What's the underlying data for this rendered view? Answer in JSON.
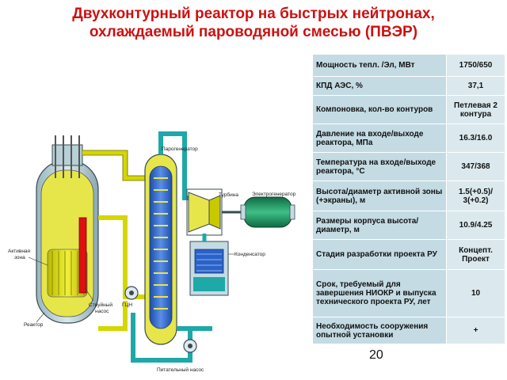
{
  "title": {
    "line1": "Двухконтурный реактор на быстрых нейтронах,",
    "line2": "охлаждаемый пароводяной смесью (ПВЭР)"
  },
  "diagram": {
    "labels": {
      "steam_generator": "Парогенератор",
      "turbine": "Турбина",
      "generator": "Электрогенератор",
      "active_zone_1": "Активная",
      "active_zone_2": "зона",
      "reactor": "Реактор",
      "jet_pump_1": "Струйный",
      "jet_pump_2": "насос",
      "main_pump": "ГЦН",
      "condenser": "Конденсатор",
      "feed_pump": "Питательный насос"
    },
    "colors": {
      "hot_loop": "#d6d600",
      "secondary_loop": "#1fa8a8",
      "jet_pump": "#dd1111",
      "core": "#d8d800",
      "sg_blue": "#2a62c8",
      "generator": "#1a8a5a"
    }
  },
  "specs": [
    {
      "param": "Мощность тепл. /Эл, МВт",
      "value": "1750/650"
    },
    {
      "param": "КПД АЭС, %",
      "value": "37,1"
    },
    {
      "param": "Компоновка, кол-во контуров",
      "value": "Петлевая 2 контура"
    },
    {
      "param": "Давление на входе/выходе реактора, МПа",
      "value": "16.3/16.0"
    },
    {
      "param": "Температура на входе/выходе реактора, °С",
      "value": "347/368"
    },
    {
      "param": "Высота/диаметр активной зоны (+экраны), м",
      "value": "1.5(+0.5)/ 3(+0.2)"
    },
    {
      "param": "Размеры корпуса высота/диаметр, м",
      "value": "10.9/4.25"
    },
    {
      "param": "Стадия разработки проекта РУ",
      "value": "Концепт. Проект"
    },
    {
      "param": "Срок, требуемый для завершения НИОКР и выпуска технического проекта РУ, лет",
      "value": "10"
    },
    {
      "param": "Необходимость сооружения опытной установки",
      "value": "+"
    }
  ],
  "page_number": "20"
}
